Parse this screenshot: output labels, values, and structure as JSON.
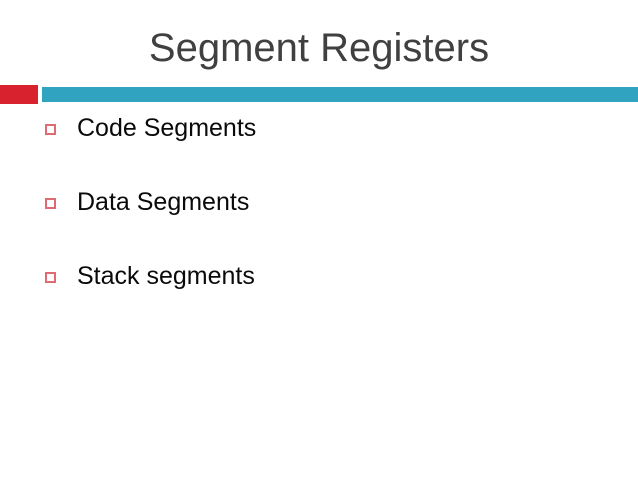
{
  "slide": {
    "title": "Segment Registers",
    "background_color": "#ffffff",
    "title_color": "#404040",
    "accent_color": "#d8222e",
    "bar_color": "#2fa3c0",
    "bullet_marker_color": "#e06a72",
    "body_text_color": "#0a0a0a",
    "divider": {
      "accent_name": "red-accent-block",
      "bar_name": "teal-divider-bar"
    },
    "bullets": [
      {
        "text": "Code Segments",
        "marker": "hollow-square-bullet-icon"
      },
      {
        "text": "Data Segments",
        "marker": "hollow-square-bullet-icon"
      },
      {
        "text": "Stack segments",
        "marker": "hollow-square-bullet-icon"
      }
    ]
  }
}
